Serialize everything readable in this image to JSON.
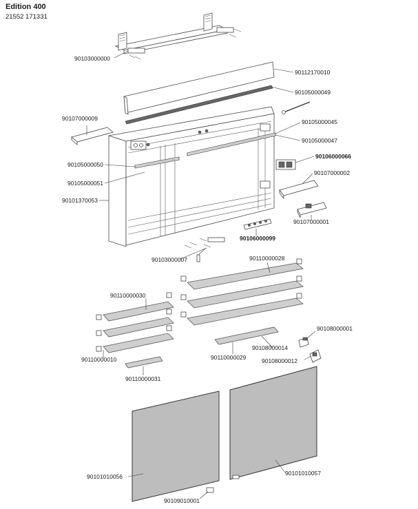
{
  "header": {
    "title": "Edition 400",
    "subtitle": "21552 171331"
  },
  "parts": [
    {
      "id": "90103000000"
    },
    {
      "id": "90112170010"
    },
    {
      "id": "90105000049"
    },
    {
      "id": "90107000009"
    },
    {
      "id": "90105000045"
    },
    {
      "id": "90105000047"
    },
    {
      "id": "90106000066"
    },
    {
      "id": "90105000050"
    },
    {
      "id": "90107000002"
    },
    {
      "id": "90105000051"
    },
    {
      "id": "90101370053"
    },
    {
      "id": "90107000001"
    },
    {
      "id": "90106000099"
    },
    {
      "id": "90103000007"
    },
    {
      "id": "90110000028"
    },
    {
      "id": "90110000030"
    },
    {
      "id": "90108000001"
    },
    {
      "id": "90108000014"
    },
    {
      "id": "90110000029"
    },
    {
      "id": "90108000012"
    },
    {
      "id": "90110000010"
    },
    {
      "id": "90110000031"
    },
    {
      "id": "90101010056"
    },
    {
      "id": "90101010057"
    },
    {
      "id": "90109010001"
    }
  ]
}
